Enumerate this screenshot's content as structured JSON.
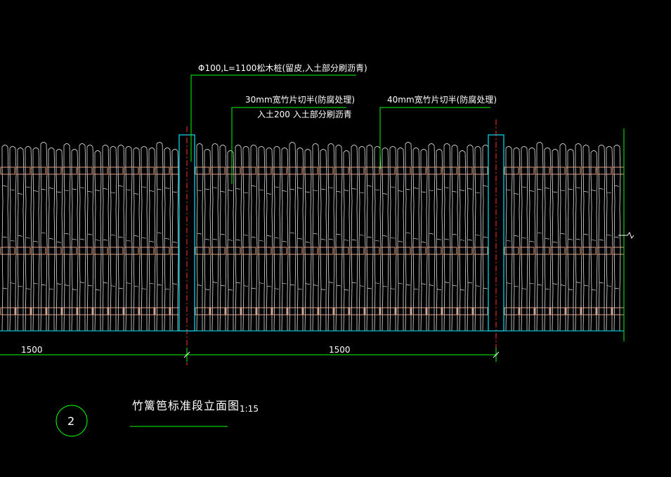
{
  "annotations": {
    "pile": "Φ100,L=1100松木桩(留皮,入土部分刷沥青)",
    "strip30_line1": "30mm宽竹片切半(防腐处理)",
    "strip30_line2": "入土200  入土部分刷沥青",
    "strip40": "40mm宽竹片切半(防腐处理)"
  },
  "dimensions": {
    "left": "1500",
    "right": "1500"
  },
  "title": {
    "number": "2",
    "name": "竹篱笆标准段立面图",
    "scale": "1:15"
  },
  "colors": {
    "background": "#000000",
    "outline": "#ffffff",
    "rail": "#e0a080",
    "post": "#00e5ff",
    "dim_line": "#00ff00",
    "centerline": "#ff3333"
  }
}
